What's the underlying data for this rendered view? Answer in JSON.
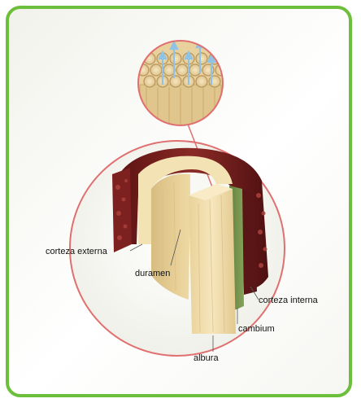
{
  "labels": {
    "outer_bark": "corteza externa",
    "heartwood": "duramen",
    "inner_bark": "corteza interna",
    "cambium": "cambium",
    "sapwood": "albura"
  },
  "colors": {
    "frame": "#6cbf3a",
    "circle_outline": "#e07070",
    "outer_bark": "#7a1f1f",
    "inner_bark": "#5a1616",
    "cambium": "#6b8a4a",
    "wood_light": "#f0dca8",
    "wood_dark": "#d9bf84",
    "arrows": "#8fc3e6"
  },
  "icons": {
    "cell_arrows": "up-arrow-icon"
  }
}
